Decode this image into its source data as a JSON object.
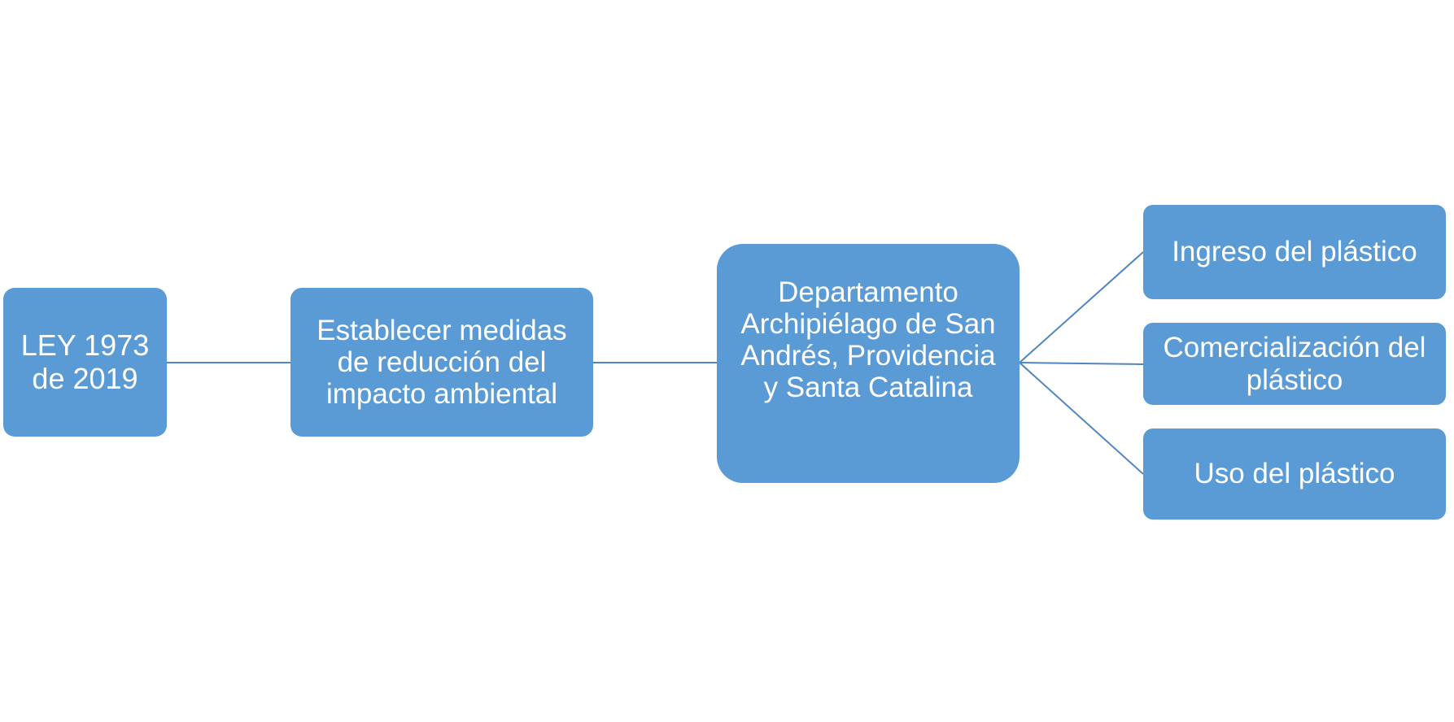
{
  "colors": {
    "node_fill": "#5b9bd5",
    "connector": "#4f86bf",
    "text": "#ffffff"
  },
  "nodes": {
    "ley": {
      "lines": [
        "LEY 1973",
        "de 2019"
      ]
    },
    "medidas": {
      "lines": [
        "Establecer medidas",
        "de reducción del",
        "impacto ambiental"
      ]
    },
    "departamento": {
      "lines": [
        "Departamento",
        "Archipiélago de San",
        "Andrés, Providencia",
        "y Santa Catalina"
      ]
    },
    "ingreso": {
      "lines": [
        "Ingreso del plástico"
      ]
    },
    "comercializacion": {
      "lines": [
        "Comercialización del",
        "plástico"
      ]
    },
    "uso": {
      "lines": [
        "Uso del plástico"
      ]
    }
  }
}
